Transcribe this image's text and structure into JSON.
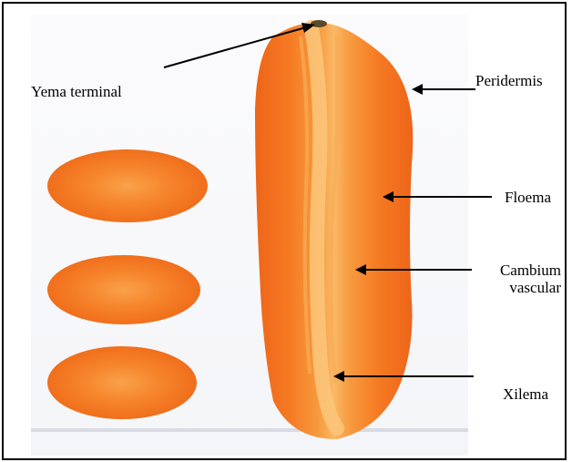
{
  "labels": {
    "yema_terminal": "Yema terminal",
    "peridermis": "Peridermis",
    "floema": "Floema",
    "cambium_line1": "Cambium",
    "cambium_line2": "vascular",
    "xilema": "Xilema"
  },
  "colors": {
    "carrot_outer": "#f26a1e",
    "carrot_mid": "#f7892e",
    "carrot_core": "#f9b25a",
    "slice": "#f47a25",
    "arrow": "#000000"
  }
}
